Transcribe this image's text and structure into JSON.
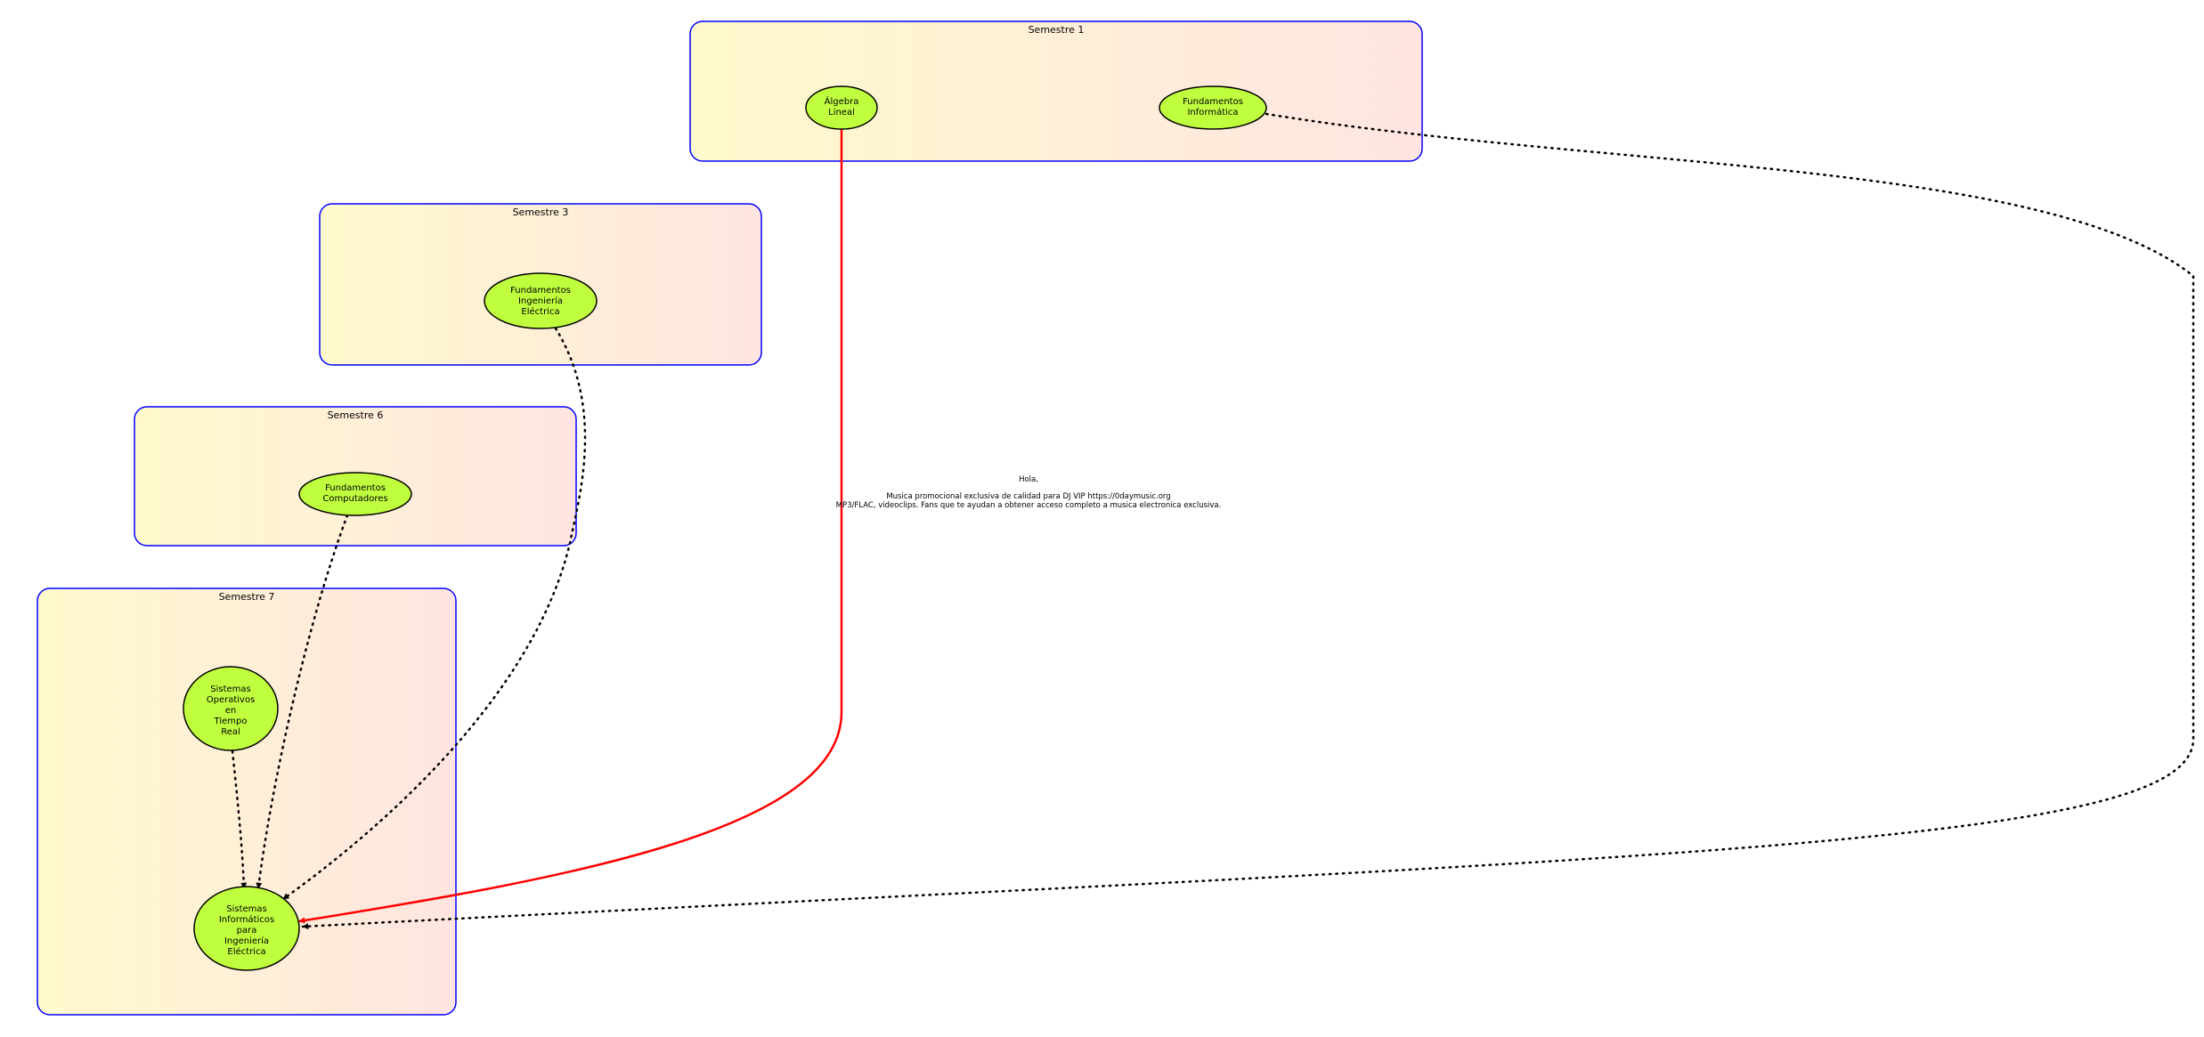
{
  "colors": {
    "cluster_border": "#0000ff",
    "cluster_fill_start": "#fffacd",
    "cluster_fill_end": "#ffe4e1",
    "node_fill": "#c0ff3e",
    "node_stroke": "#000000",
    "edge_required": "#ff0000",
    "edge_recommended": "#000000"
  },
  "clusters": {
    "sem1": {
      "label": "Semestre 1"
    },
    "sem3": {
      "label": "Semestre 3"
    },
    "sem6": {
      "label": "Semestre 6"
    },
    "sem7": {
      "label": "Semestre 7"
    }
  },
  "nodes": {
    "algebra": {
      "lines": [
        "Álgebra",
        "Lineal"
      ]
    },
    "fund_inf": {
      "lines": [
        "Fundamentos",
        "Informática"
      ]
    },
    "fund_ie": {
      "lines": [
        "Fundamentos",
        "Ingeniería",
        "Eléctrica"
      ]
    },
    "fund_comp": {
      "lines": [
        "Fundamentos",
        "Computadores"
      ]
    },
    "sotr": {
      "lines": [
        "Sistemas",
        "Operativos",
        "en",
        "Tiempo",
        "Real"
      ]
    },
    "sipie": {
      "lines": [
        "Sistemas",
        "Informáticos",
        "para",
        "Ingeniería",
        "Eléctrica"
      ]
    }
  },
  "edges": [
    {
      "from": "algebra",
      "to": "sipie",
      "style": "solid",
      "color": "red"
    },
    {
      "from": "fund_inf",
      "to": "sipie",
      "style": "dotted",
      "color": "black"
    },
    {
      "from": "fund_ie",
      "to": "sipie",
      "style": "dotted",
      "color": "black"
    },
    {
      "from": "fund_comp",
      "to": "sipie",
      "style": "dotted",
      "color": "black"
    },
    {
      "from": "sotr",
      "to": "sipie",
      "style": "dotted",
      "color": "black"
    }
  ],
  "note": {
    "lines": [
      "Hola,",
      "",
      "Musica promocional exclusiva de calidad para DJ VIP https://0daymusic.org",
      "MP3/FLAC, videoclips. Fans que te ayudan a obtener acceso completo a musica electronica exclusiva."
    ]
  }
}
